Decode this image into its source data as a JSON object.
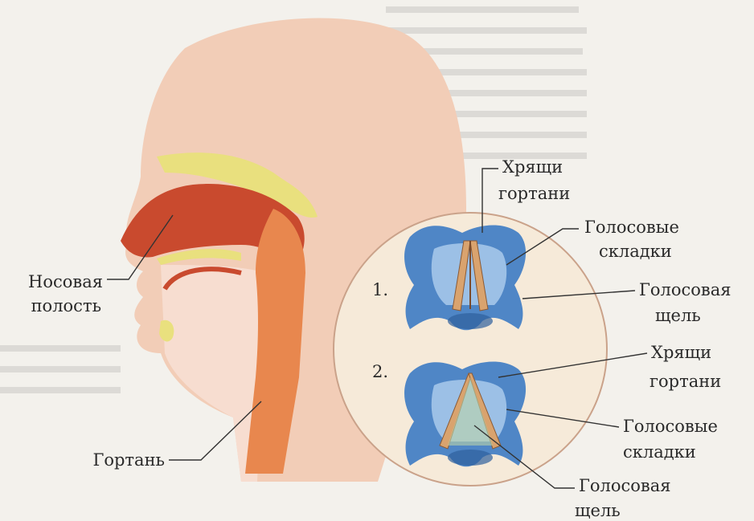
{
  "labels": {
    "nasal_cavity_line1": "Носовая",
    "nasal_cavity_line2": "полость",
    "larynx": "Гортань",
    "top_cartilage_line1": "Хрящи",
    "top_cartilage_line2": "гортани",
    "top_folds_line1": "Голосовые",
    "top_folds_line2": "складки",
    "top_glottis_line1": "Голосовая",
    "top_glottis_line2": "щель",
    "bottom_cartilage_line1": "Хрящи",
    "bottom_cartilage_line2": "гортани",
    "bottom_folds_line1": "Голосовые",
    "bottom_folds_line2": "складки",
    "bottom_glottis_line1": "Голосовая",
    "bottom_glottis_line2": "щель"
  },
  "numbers": {
    "first": "1.",
    "second": "2."
  },
  "colors": {
    "skin": "#f2cdb7",
    "skin_inner": "#f7ddd0",
    "nasal_red": "#c94a2e",
    "larynx_orange": "#e8874e",
    "bone_yellow": "#e9e07e",
    "cartilage_blue": "#4f86c6",
    "cartilage_light": "#9cc0e6",
    "fold_tan": "#d9a36e",
    "circle_fill": "#f6ead9",
    "circle_stroke": "#caa28a",
    "leader_line": "#333333"
  }
}
